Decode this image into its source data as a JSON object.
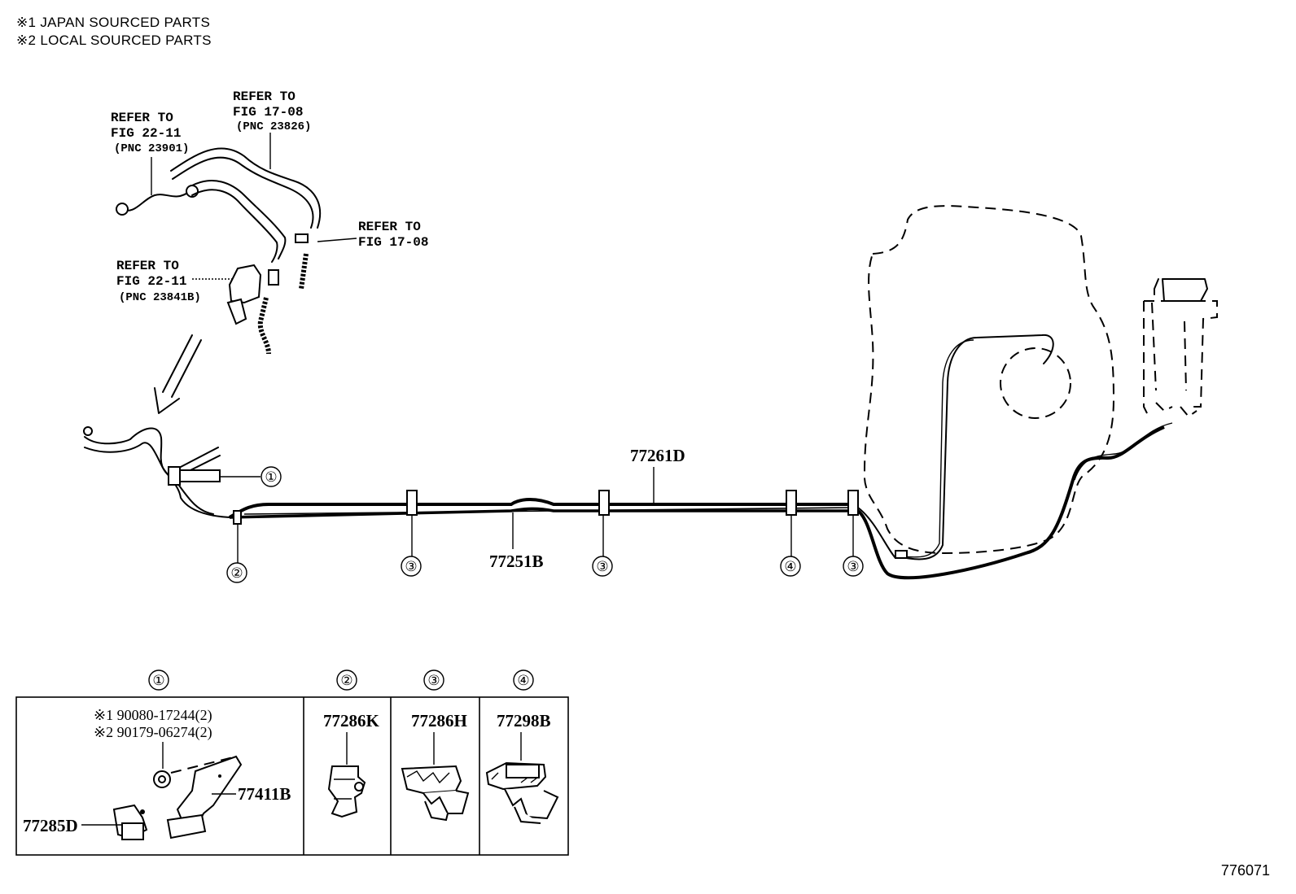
{
  "notes": [
    "※1 JAPAN SOURCED PARTS",
    "※2 LOCAL SOURCED PARTS"
  ],
  "refs": {
    "r1": {
      "line1": "REFER TO",
      "line2": "FIG 22-11",
      "pnc": "(PNC 23901)"
    },
    "r2": {
      "line1": "REFER TO",
      "line2": "FIG 17-08",
      "pnc": "(PNC 23826)"
    },
    "r3": {
      "line1": "REFER TO",
      "line2": "FIG 17-08"
    },
    "r4": {
      "line1": "REFER TO",
      "line2": "FIG 22-11",
      "pnc": "(PNC 23841B)"
    }
  },
  "parts": {
    "p77261D": "77261D",
    "p77251B": "77251B"
  },
  "callouts": {
    "c1": "①",
    "c2": "②",
    "c3": "③",
    "c4": "④"
  },
  "detail_table": {
    "headers": [
      "①",
      "②",
      "③",
      "④"
    ],
    "box1": {
      "qty1": "※1 90080-17244(2)",
      "qty2": "※2 90179-06274(2)",
      "part_a": "77411B",
      "part_b": "77285D"
    },
    "box2": {
      "part": "77286K"
    },
    "box3": {
      "part": "77286H"
    },
    "box4": {
      "part": "77298B"
    }
  },
  "figure_number": "776071"
}
